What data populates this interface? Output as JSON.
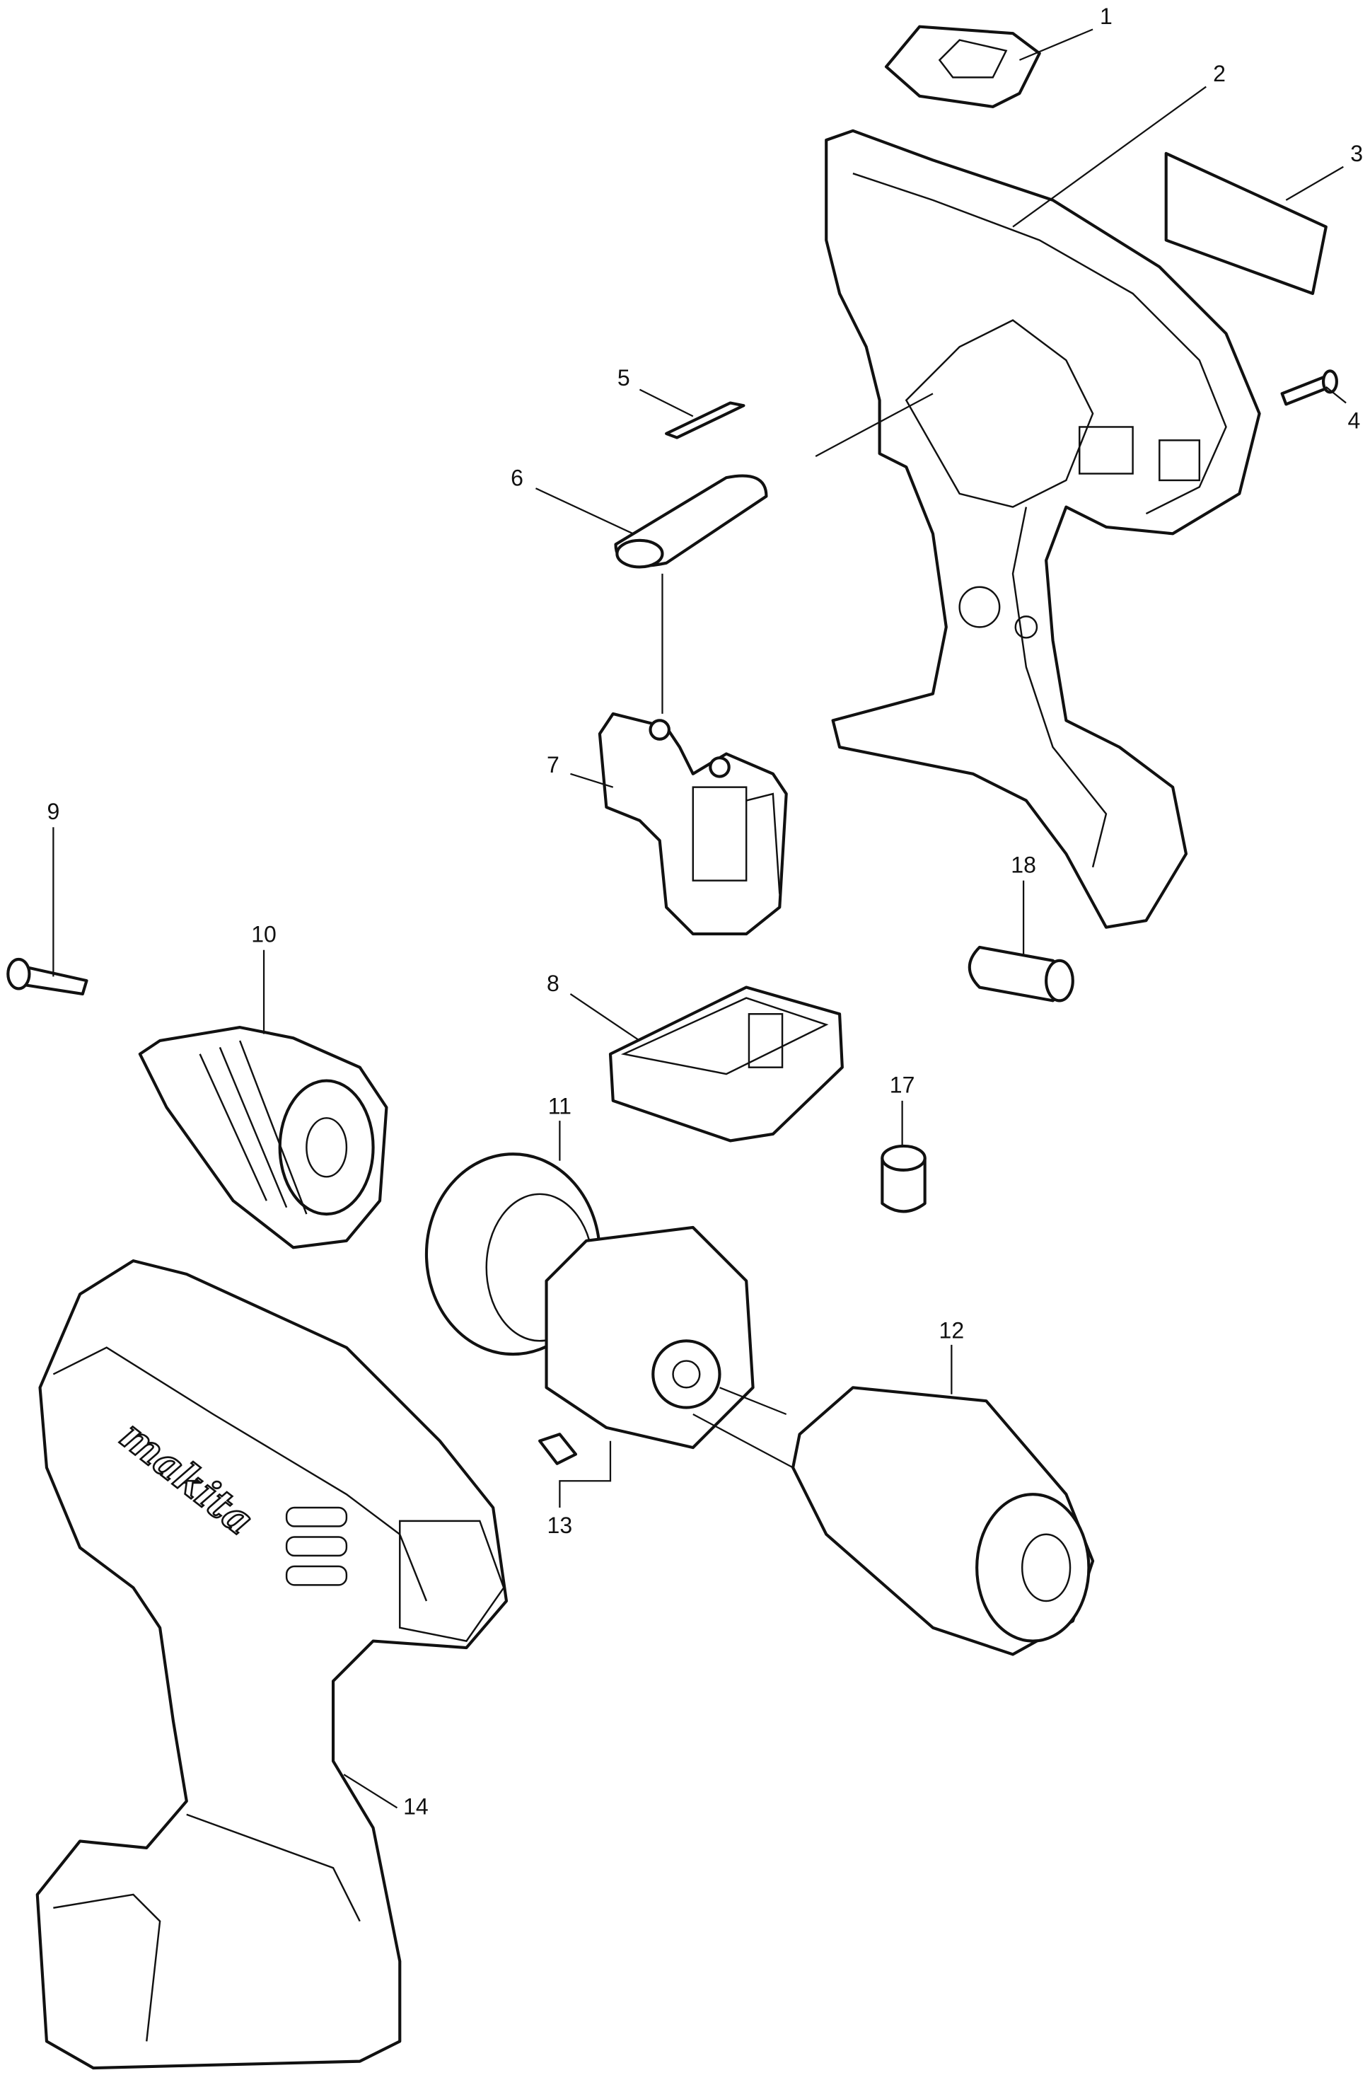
{
  "diagram": {
    "type": "exploded-parts-diagram",
    "brand_logo": "makita",
    "callouts": [
      {
        "id": "1",
        "label": "1"
      },
      {
        "id": "2",
        "label": "2"
      },
      {
        "id": "3",
        "label": "3"
      },
      {
        "id": "4",
        "label": "4"
      },
      {
        "id": "5",
        "label": "5"
      },
      {
        "id": "6",
        "label": "6"
      },
      {
        "id": "7",
        "label": "7"
      },
      {
        "id": "8",
        "label": "8"
      },
      {
        "id": "9",
        "label": "9"
      },
      {
        "id": "10",
        "label": "10"
      },
      {
        "id": "11",
        "label": "11"
      },
      {
        "id": "12",
        "label": "12"
      },
      {
        "id": "13",
        "label": "13"
      },
      {
        "id": "14",
        "label": "14"
      },
      {
        "id": "17",
        "label": "17"
      },
      {
        "id": "18",
        "label": "18"
      }
    ]
  }
}
